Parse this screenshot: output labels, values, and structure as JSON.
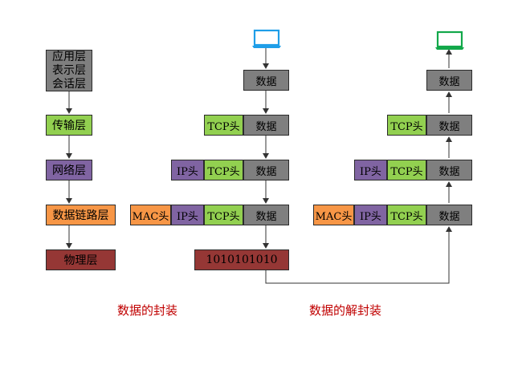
{
  "colors": {
    "data": "#7f7f7f",
    "tcp": "#92d050",
    "ip": "#8064a2",
    "mac": "#f79646",
    "physical": "#953735",
    "caption": "#c00000",
    "sender_icon": "#1f9ee8",
    "receiver_icon": "#12a84a"
  },
  "layers": {
    "app_line1": "应用层",
    "app_line2": "表示层",
    "app_line3": "会话层",
    "transport": "传输层",
    "network": "网络层",
    "datalink": "数据链路层",
    "physical": "物理层"
  },
  "encap": {
    "data": "数据",
    "tcp": "TCP头",
    "ip": "IP头",
    "mac": "MAC头",
    "bits": "1010101010"
  },
  "decap": {
    "data": "数据",
    "tcp": "TCP头",
    "ip": "IP头",
    "mac": "MAC头"
  },
  "captions": {
    "encapsulation": "数据的封装",
    "decapsulation": "数据的解封装"
  },
  "icons": {
    "sender": "laptop-icon",
    "receiver": "laptop-icon"
  }
}
